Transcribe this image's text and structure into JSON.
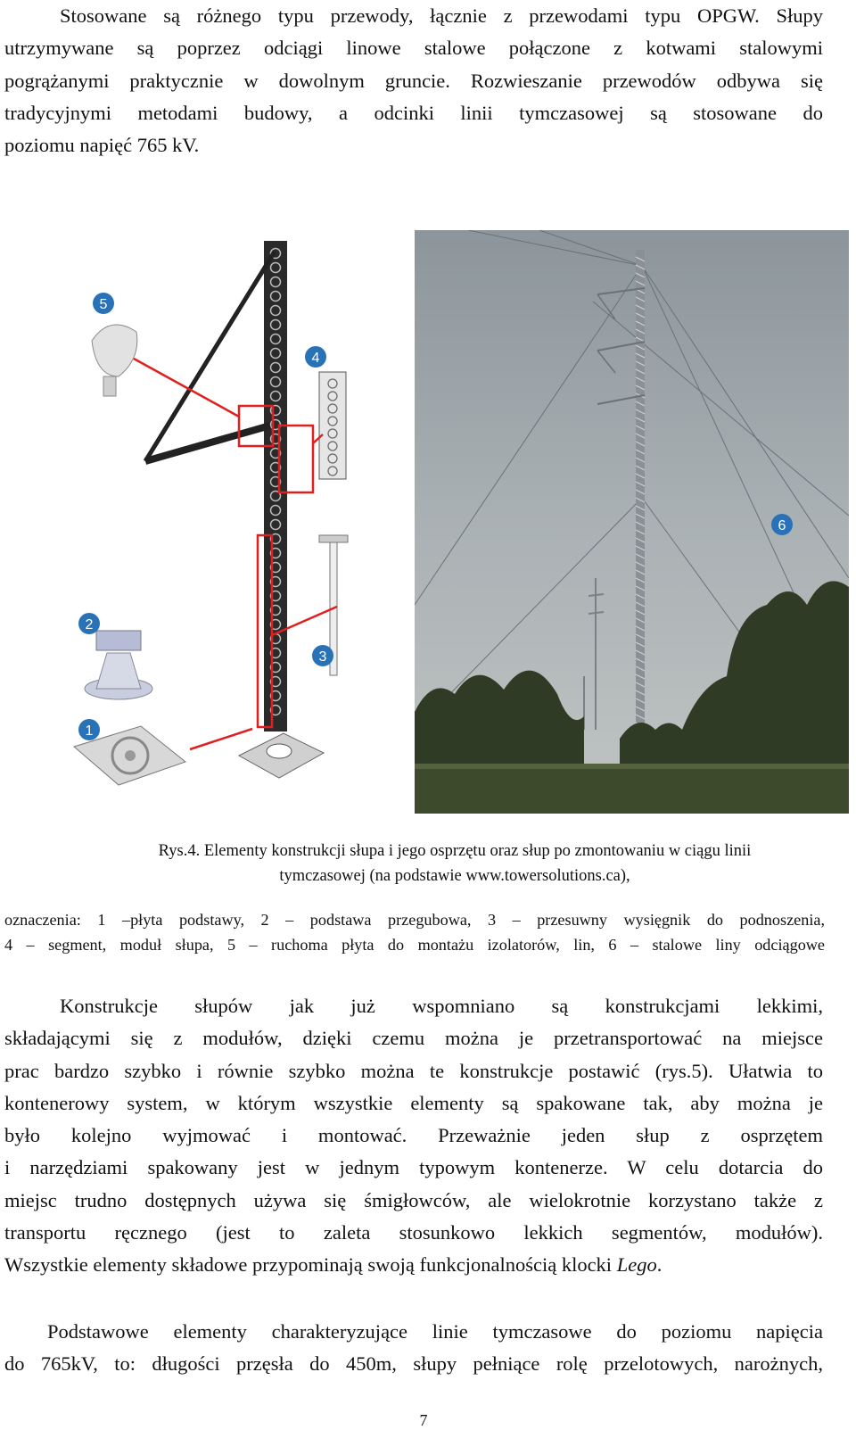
{
  "paragraph1": {
    "lines": [
      "Stosowane są różnego typu przewody, łącznie z przewodami typu OPGW. Słupy",
      "utrzymywane są poprzez odciągi linowe stalowe połączone z kotwami stalowymi",
      "pogrążanymi praktycznie w dowolnym gruncie. Rozwieszanie przewodów odbywa się",
      "tradycyjnymi metodami budowy, a odcinki linii tymczasowej są stosowane do",
      "poziomu napięć 765 kV."
    ]
  },
  "figure": {
    "markers": [
      "1",
      "2",
      "3",
      "4",
      "5",
      "6"
    ]
  },
  "caption": {
    "line1": "Rys.4. Elementy konstrukcji słupa i jego osprzętu oraz słup po zmontowaniu w ciągu linii",
    "line2": "tymczasowej (na podstawie www.towersolutions.ca),"
  },
  "legend": {
    "line1": "oznaczenia: 1 –płyta podstawy, 2 – podstawa przegubowa, 3 – przesuwny wysięgnik do podnoszenia,",
    "line2": "4 – segment, moduł słupa, 5 – ruchoma płyta do montażu izolatorów, lin, 6 – stalowe liny odciągowe"
  },
  "paragraph2": {
    "lines": [
      "Konstrukcje słupów jak już wspomniano są konstrukcjami lekkimi,",
      "składającymi się z modułów, dzięki czemu można je przetransportować na miejsce",
      "prac bardzo szybko i równie szybko można te konstrukcje postawić (rys.5). Ułatwia to",
      "kontenerowy system, w którym wszystkie elementy są spakowane tak, aby można je",
      "było kolejno wyjmować i montować. Przeważnie jeden słup z osprzętem",
      "i narzędziami spakowany jest w jednym typowym kontenerze. W celu dotarcia do",
      "miejsc trudno dostępnych używa się śmigłowców, ale wielokrotnie korzystano także z",
      "transportu ręcznego (jest to zaleta stosunkowo lekkich segmentów, modułów).",
      "Wszystkie elementy składowe przypominają swoją funkcjonalnością klocki "
    ],
    "italic_word": "Lego",
    "end_period": "."
  },
  "paragraph3": {
    "lines": [
      "Podstawowe elementy charakteryzujące linie tymczasowe do poziomu napięcia",
      "do 765kV, to: długości przęsła do 450m, słupy pełniące rolę przelotowych, narożnych,"
    ]
  },
  "page_number": "7",
  "colors": {
    "marker_fill": "#2a72b8",
    "highlight": "#e02020",
    "sky": "#9aa3a8",
    "trees": "#2f3b24"
  }
}
